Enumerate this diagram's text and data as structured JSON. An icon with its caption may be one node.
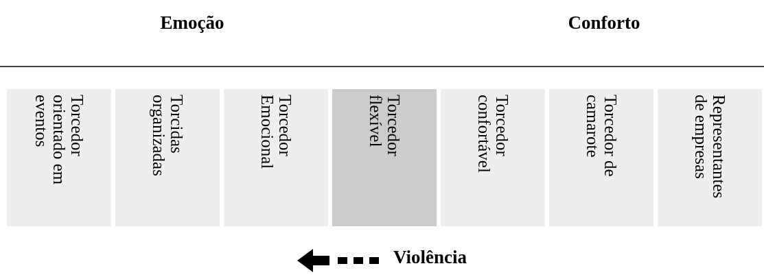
{
  "diagram": {
    "nodes": [
      {
        "text": [
          "Torcedor orientado em eventos"
        ]
      },
      {
        "text": [
          "Torcidas organizadas"
        ]
      },
      {
        "text": [
          "Torcedor Emocional"
        ]
      },
      {
        "text": [
          "Torcedor flexível"
        ]
      },
      {
        "text": [
          "Torcedor confortável"
        ]
      },
      {
        "text": [
          "Torcedor de camarote"
        ]
      },
      {
        "text": [
          "Representantes de empresas"
        ]
      }
    ],
    "labels": [
      "Emoção",
      "Conforto",
      "Violência"
    ]
  }
}
